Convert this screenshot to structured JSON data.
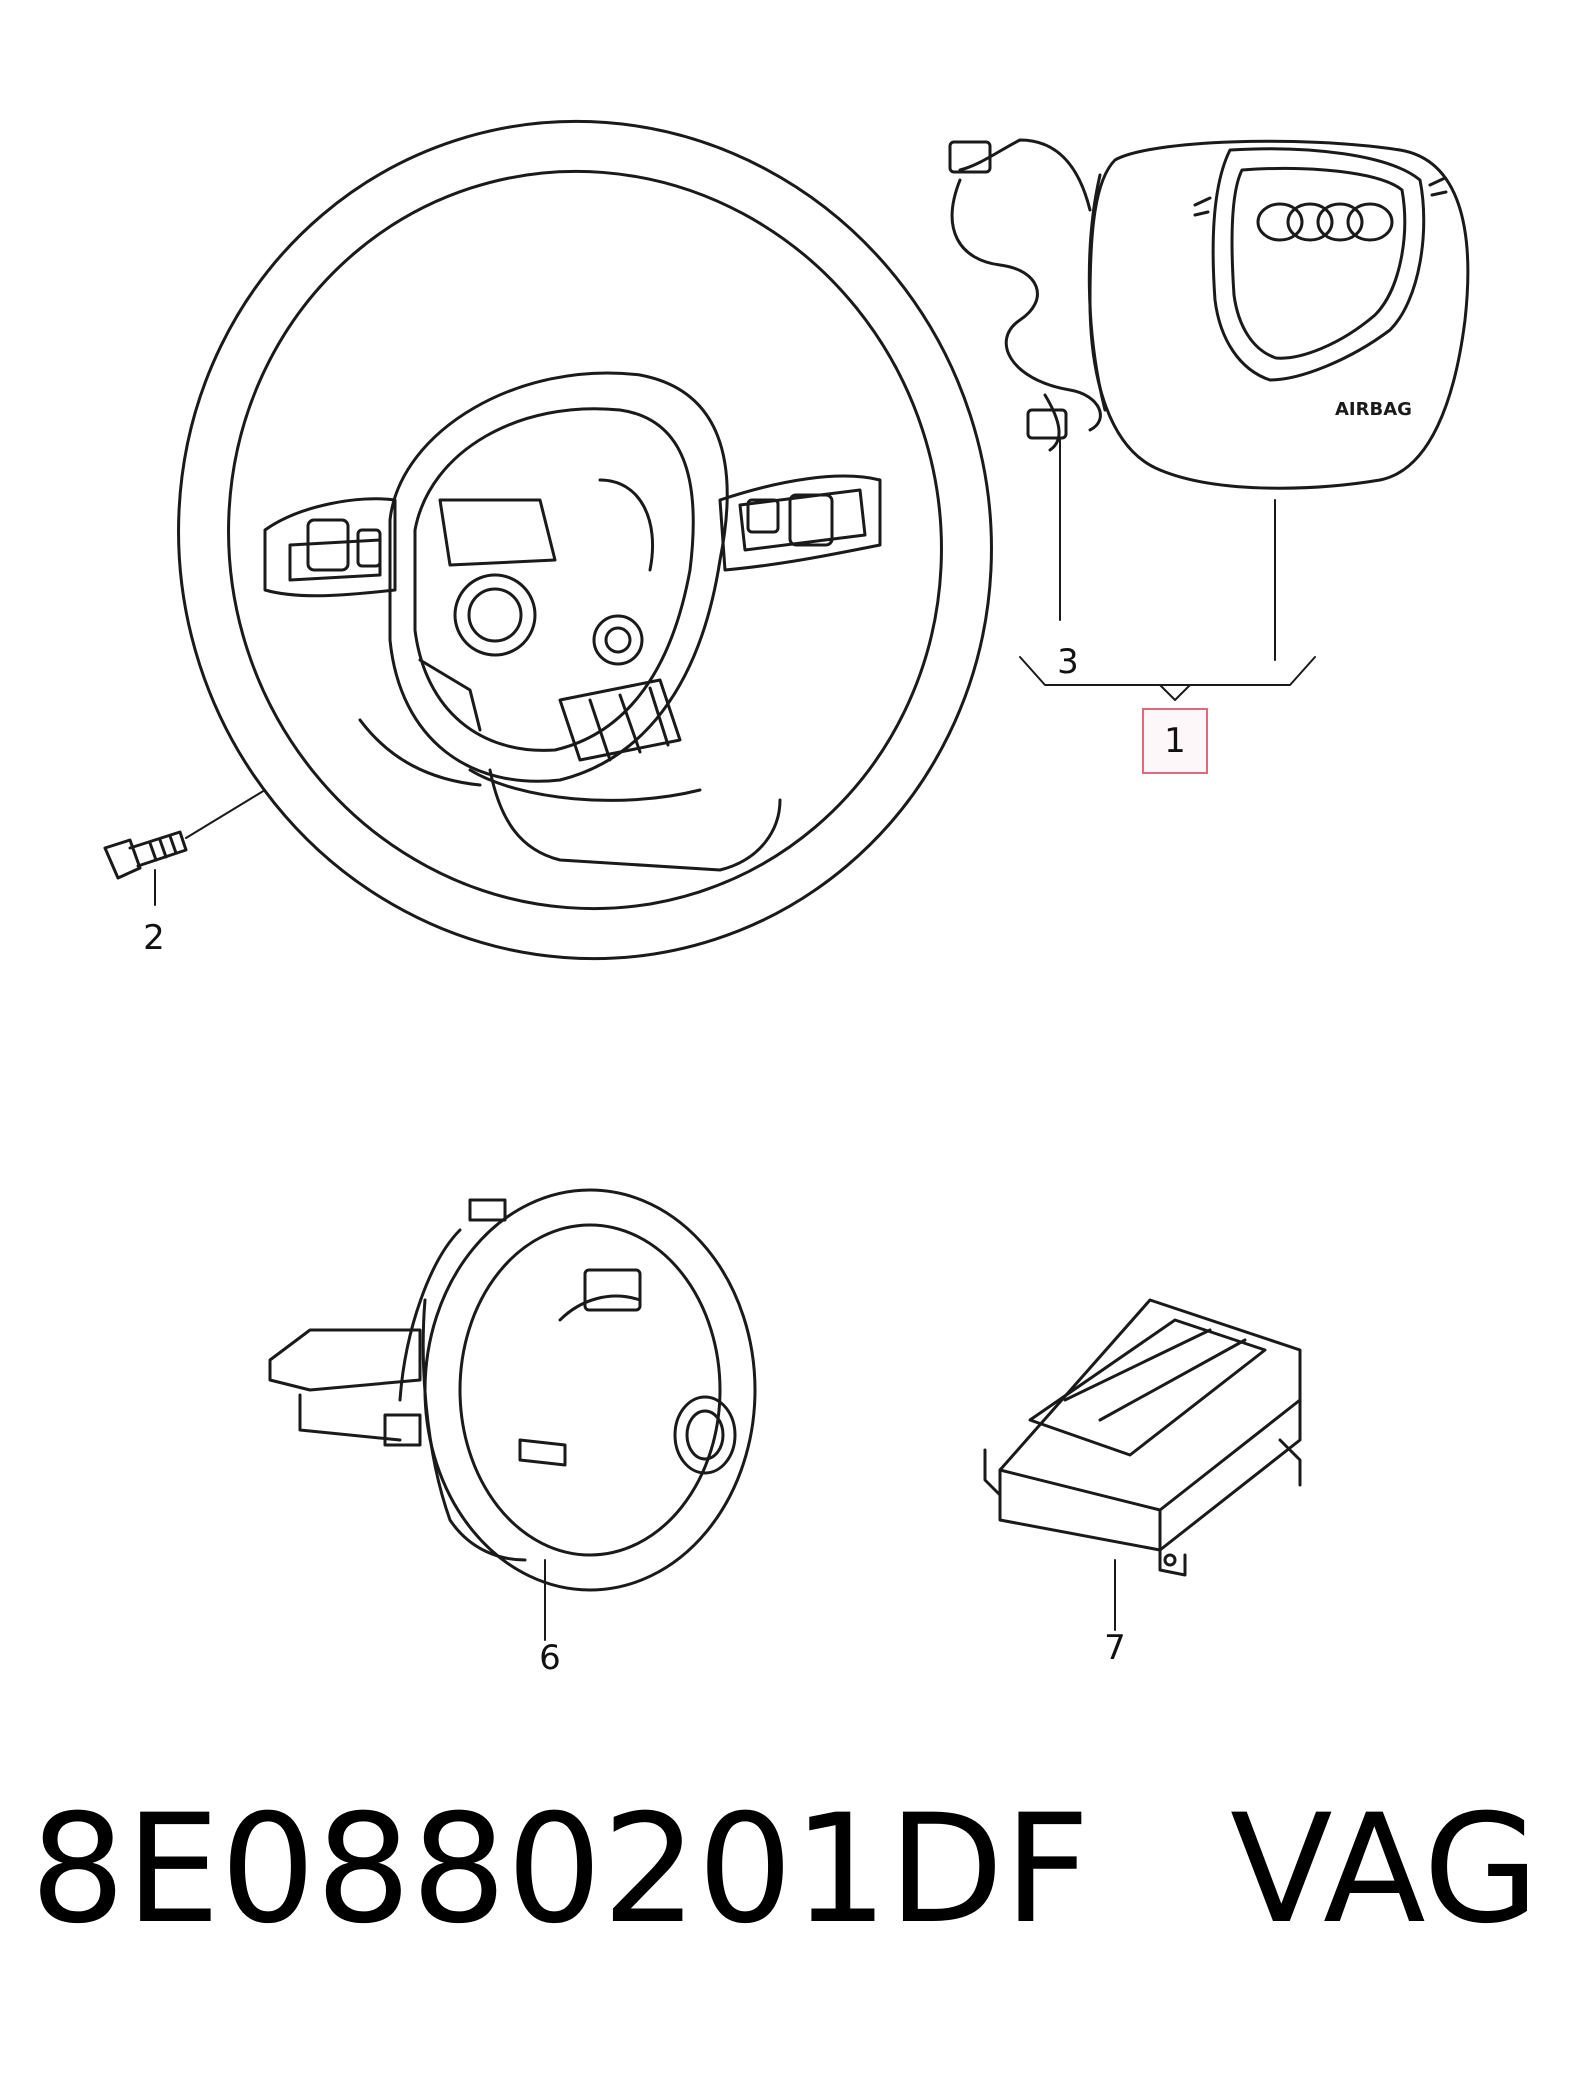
{
  "callouts": {
    "c1": "1",
    "c2": "2",
    "c3": "3",
    "c6": "6",
    "c7": "7"
  },
  "airbag_label": "AIRBAG",
  "footer": {
    "part_number": "8E0880201DF",
    "brand": "VAG"
  },
  "colors": {
    "line": "#1a1a1a",
    "highlight_border": "#e06a7a"
  }
}
